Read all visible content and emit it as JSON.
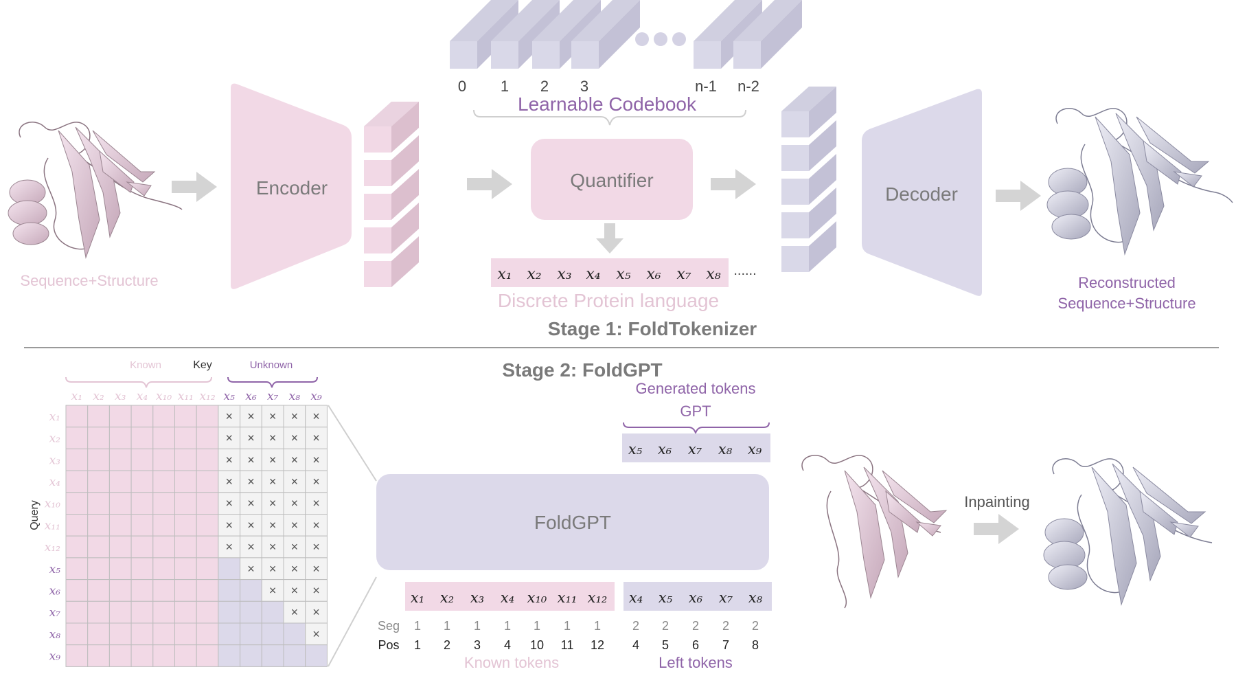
{
  "colors": {
    "pink": "#f2d9e6",
    "pink_text": "#e3c4d4",
    "lavender": "#dcd9ea",
    "purple_text": "#8f64a8",
    "gray_text": "#7a7a7a",
    "arrow": "#d4d4d4",
    "divider": "#9a9a9a"
  },
  "stage1": {
    "title": "Stage 1: FoldTokenizer",
    "input_label": "Sequence+Structure",
    "encoder": "Encoder",
    "quantifier": "Quantifier",
    "decoder": "Decoder",
    "codebook_label": "Learnable Codebook",
    "codebook_indices": [
      "0",
      "1",
      "2",
      "3",
      "n-1",
      "n-2"
    ],
    "tokens": [
      "x₁",
      "x₂",
      "x₃",
      "x₄",
      "x₅",
      "x₆",
      "x₇",
      "x₈"
    ],
    "tokens_ellipsis": "......",
    "discrete_label": "Discrete Protein language",
    "output_label_1": "Reconstructed",
    "output_label_2": "Sequence+Structure"
  },
  "stage2": {
    "title": "Stage 2: FoldGPT",
    "known_label": "Known",
    "key_label": "Key",
    "unknown_label": "Unknown",
    "query_label": "Query",
    "col_labels": [
      "x₁",
      "x₂",
      "x₃",
      "x₄",
      "x₁₀",
      "x₁₁",
      "x₁₂",
      "x₅",
      "x₆",
      "x₇",
      "x₈",
      "x₉"
    ],
    "row_labels": [
      "x₁",
      "x₂",
      "x₃",
      "x₄",
      "x₁₀",
      "x₁₁",
      "x₁₂",
      "x₅",
      "x₆",
      "x₇",
      "x₈",
      "x₉"
    ],
    "mask_symbol": "×",
    "generated_label": "Generated tokens",
    "gpt_label": "GPT",
    "generated_tokens": [
      "x₅",
      "x₆",
      "x₇",
      "x₈",
      "x₉"
    ],
    "foldgpt": "FoldGPT",
    "known_tokens": [
      "x₁",
      "x₂",
      "x₃",
      "x₄",
      "x₁₀",
      "x₁₁",
      "x₁₂"
    ],
    "left_tokens": [
      "x₄",
      "x₅",
      "x₆",
      "x₇",
      "x₈"
    ],
    "seg_label": "Seg",
    "pos_label": "Pos",
    "known_seg": [
      "1",
      "1",
      "1",
      "1",
      "1",
      "1",
      "1"
    ],
    "known_pos": [
      "1",
      "2",
      "3",
      "4",
      "10",
      "11",
      "12"
    ],
    "left_seg": [
      "2",
      "2",
      "2",
      "2",
      "2"
    ],
    "left_pos": [
      "4",
      "5",
      "6",
      "7",
      "8"
    ],
    "known_tokens_label": "Known tokens",
    "left_tokens_label": "Left tokens",
    "inpainting_label": "Inpainting"
  }
}
